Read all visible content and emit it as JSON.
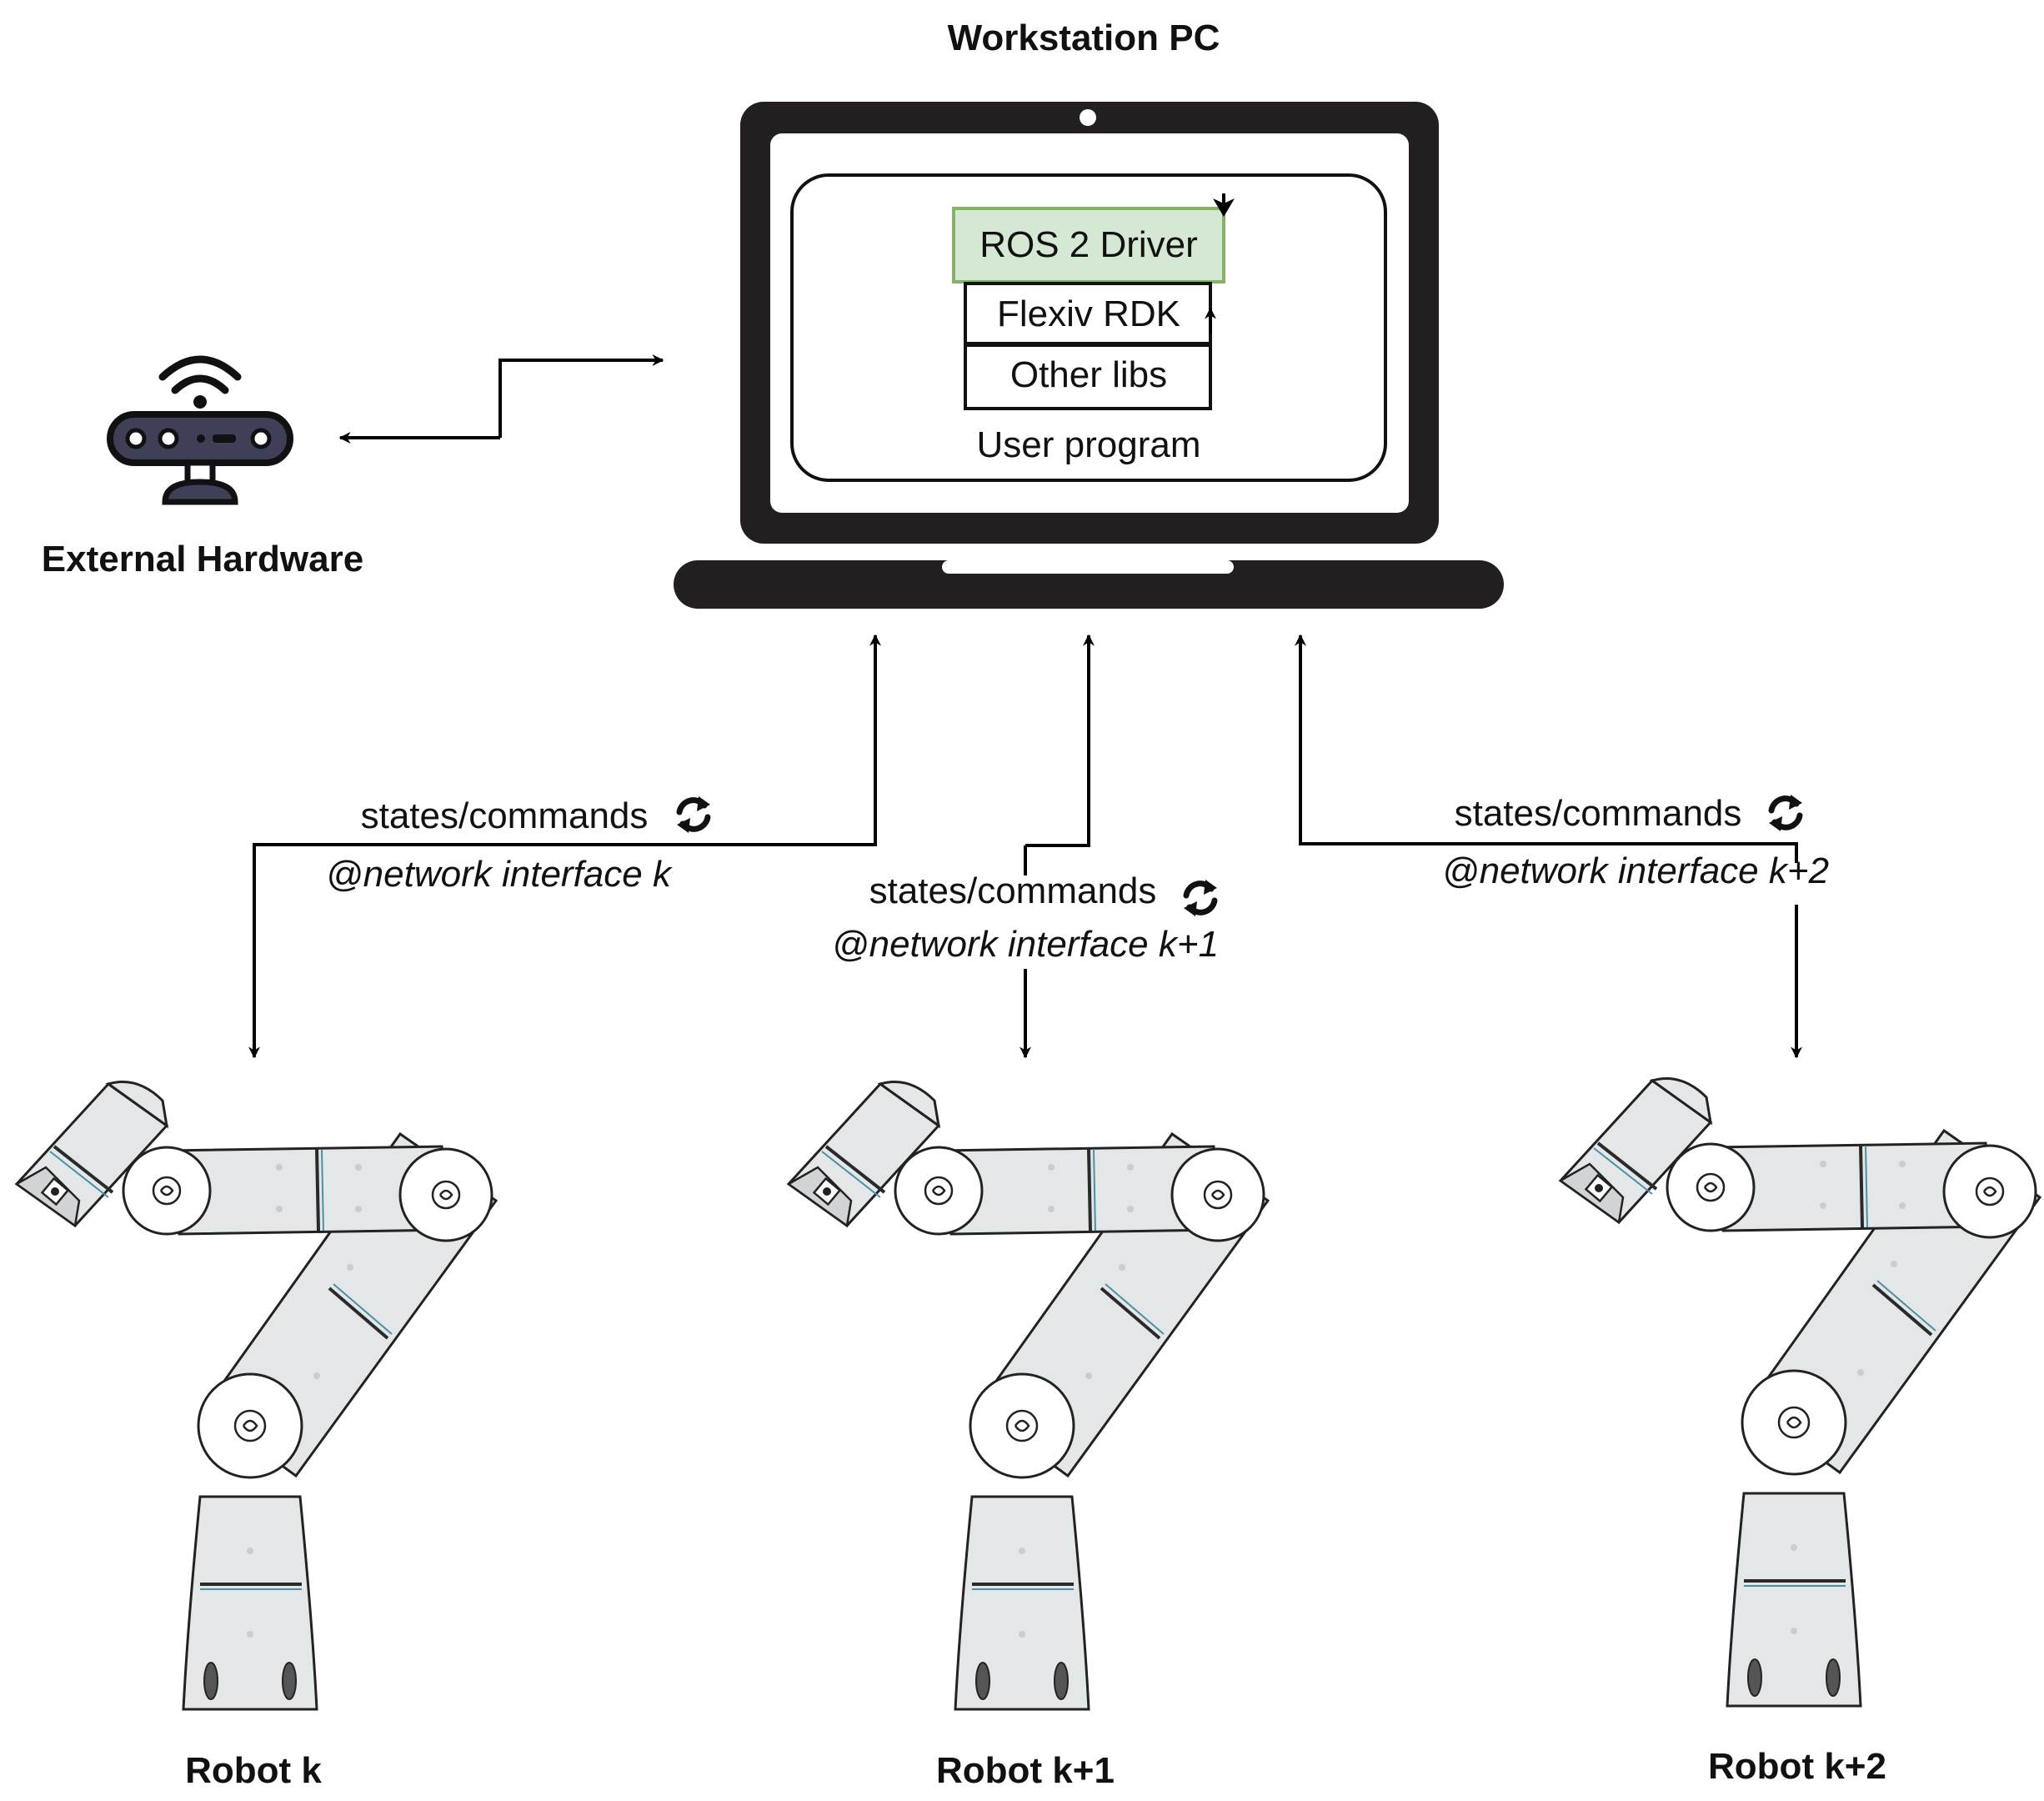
{
  "workstation": {
    "title": "Workstation PC",
    "stack": {
      "driver": "ROS 2 Driver",
      "rdk": "Flexiv RDK",
      "other_libs": "Other libs",
      "user_program": "User program"
    }
  },
  "external": {
    "label": "External Hardware"
  },
  "links": [
    {
      "label": "states/commands",
      "interface": "@network interface k"
    },
    {
      "label": "states/commands",
      "interface": "@network interface k+1"
    },
    {
      "label": "states/commands",
      "interface": "@network interface k+2"
    }
  ],
  "robots": [
    {
      "label": "Robot k"
    },
    {
      "label": "Robot k+1"
    },
    {
      "label": "Robot k+2"
    }
  ],
  "colors": {
    "driver_fill": "#d5e8d4",
    "driver_stroke": "#82b366",
    "laptop": "#231f20",
    "device": "#3f3f58",
    "robot_body": "#e4e7e8",
    "robot_accent": "#4a90a4"
  },
  "icons": {
    "refresh": "refresh-icon",
    "wifi": "wifi-icon",
    "device": "sensor-device-icon"
  }
}
